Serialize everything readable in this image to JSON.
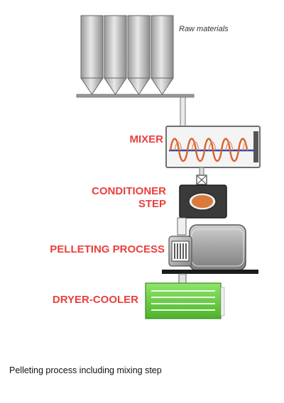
{
  "labels": {
    "raw_materials": "Raw materials",
    "mixer": "MIXER",
    "conditioner_line1": "CONDITIONER",
    "conditioner_line2": "STEP",
    "pelleting": "PELLETING PROCESS",
    "dryer_cooler": "DRYER-COOLER"
  },
  "caption": "Pelleting process including mixing step",
  "colors": {
    "label_red": "#e8413e",
    "silo_gray": "#b8b8b8",
    "mixer_screw_orange": "#d9622b",
    "mixer_shaft_blue": "#2c4aa8",
    "conditioner_core": "#d97a3a",
    "dryer_green": "#6fd14a"
  }
}
